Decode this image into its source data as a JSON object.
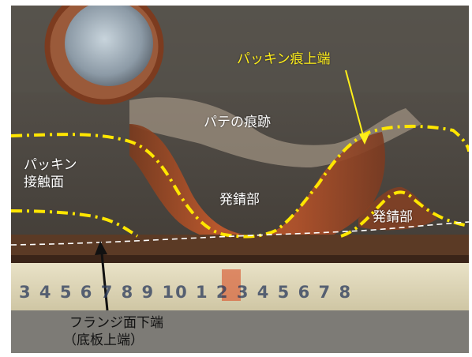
{
  "labels": {
    "packing_top": "パッキン痕上端",
    "putty_mark": "パテの痕跡",
    "packing_contact_l1": "パッキン",
    "packing_contact_l2": "接触面",
    "rust_left": "発錆部",
    "rust_right": "発錆部",
    "flange_l1": "フランジ面下端",
    "flange_l2": "（底板上端）"
  },
  "ruler_text": "3 4 5 6 7 8 9 10 1 2 3 4 5 6 7 8",
  "colors": {
    "dash_yellow": "#ffe600",
    "dash_white": "#ffffff",
    "rust": "#a0461f"
  }
}
